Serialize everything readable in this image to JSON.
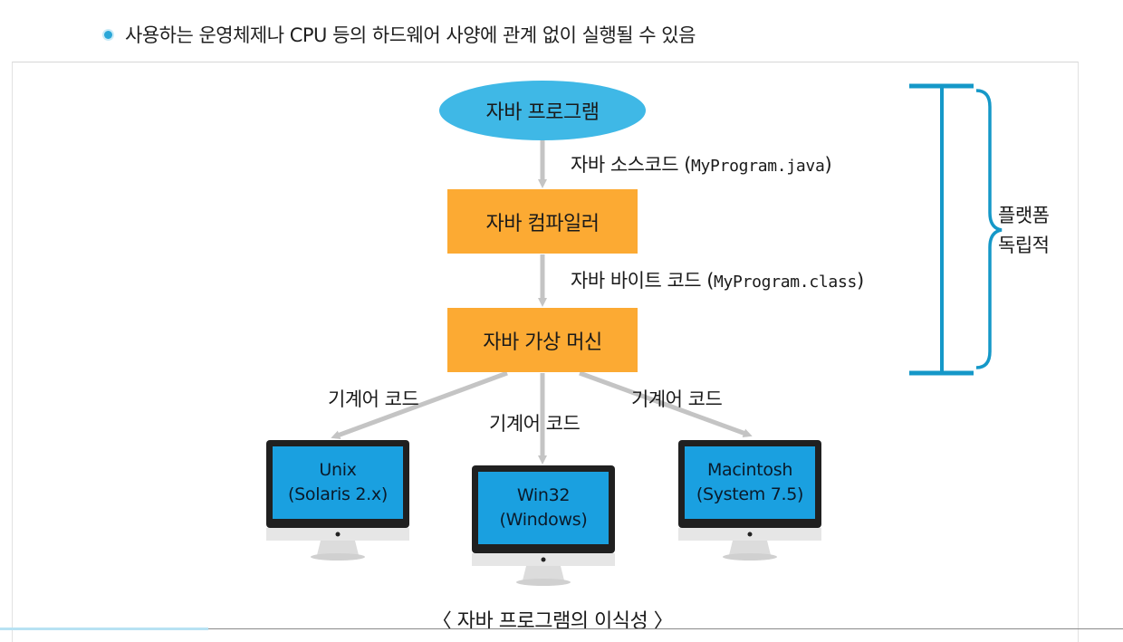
{
  "header": {
    "bullet_text": "사용하는 운영체제나 CPU 등의 하드웨어 사양에 관계 없이 실행될 수 있음"
  },
  "diagram": {
    "nodes": {
      "program": "자바 프로그램",
      "compiler": "자바 컴파일러",
      "jvm": "자바 가상 머신"
    },
    "edges": {
      "source_prefix": "자바 소스코드 (",
      "source_file": "MyProgram.java",
      "source_suffix": ")",
      "bytecode_prefix": "자바 바이트 코드 (",
      "bytecode_file": "MyProgram.class",
      "bytecode_suffix": ")",
      "machine_left": "기계어 코드",
      "machine_center": "기계어 코드",
      "machine_right": "기계어 코드"
    },
    "platform_independent": [
      "플랫폼",
      "독립적"
    ],
    "computers": [
      {
        "line1": "Unix",
        "line2": "(Solaris 2.x)"
      },
      {
        "line1": "Win32",
        "line2": "(Windows)"
      },
      {
        "line1": "Macintosh",
        "line2": "(System 7.5)"
      }
    ],
    "caption": "〈 자바 프로그램의 이식성 〉",
    "colors": {
      "ellipse": "#3fb8e6",
      "box": "#fcaa33",
      "bracket": "#1598c8",
      "screen": "#1aa0e0",
      "arrow": "#c4c4c4"
    }
  }
}
